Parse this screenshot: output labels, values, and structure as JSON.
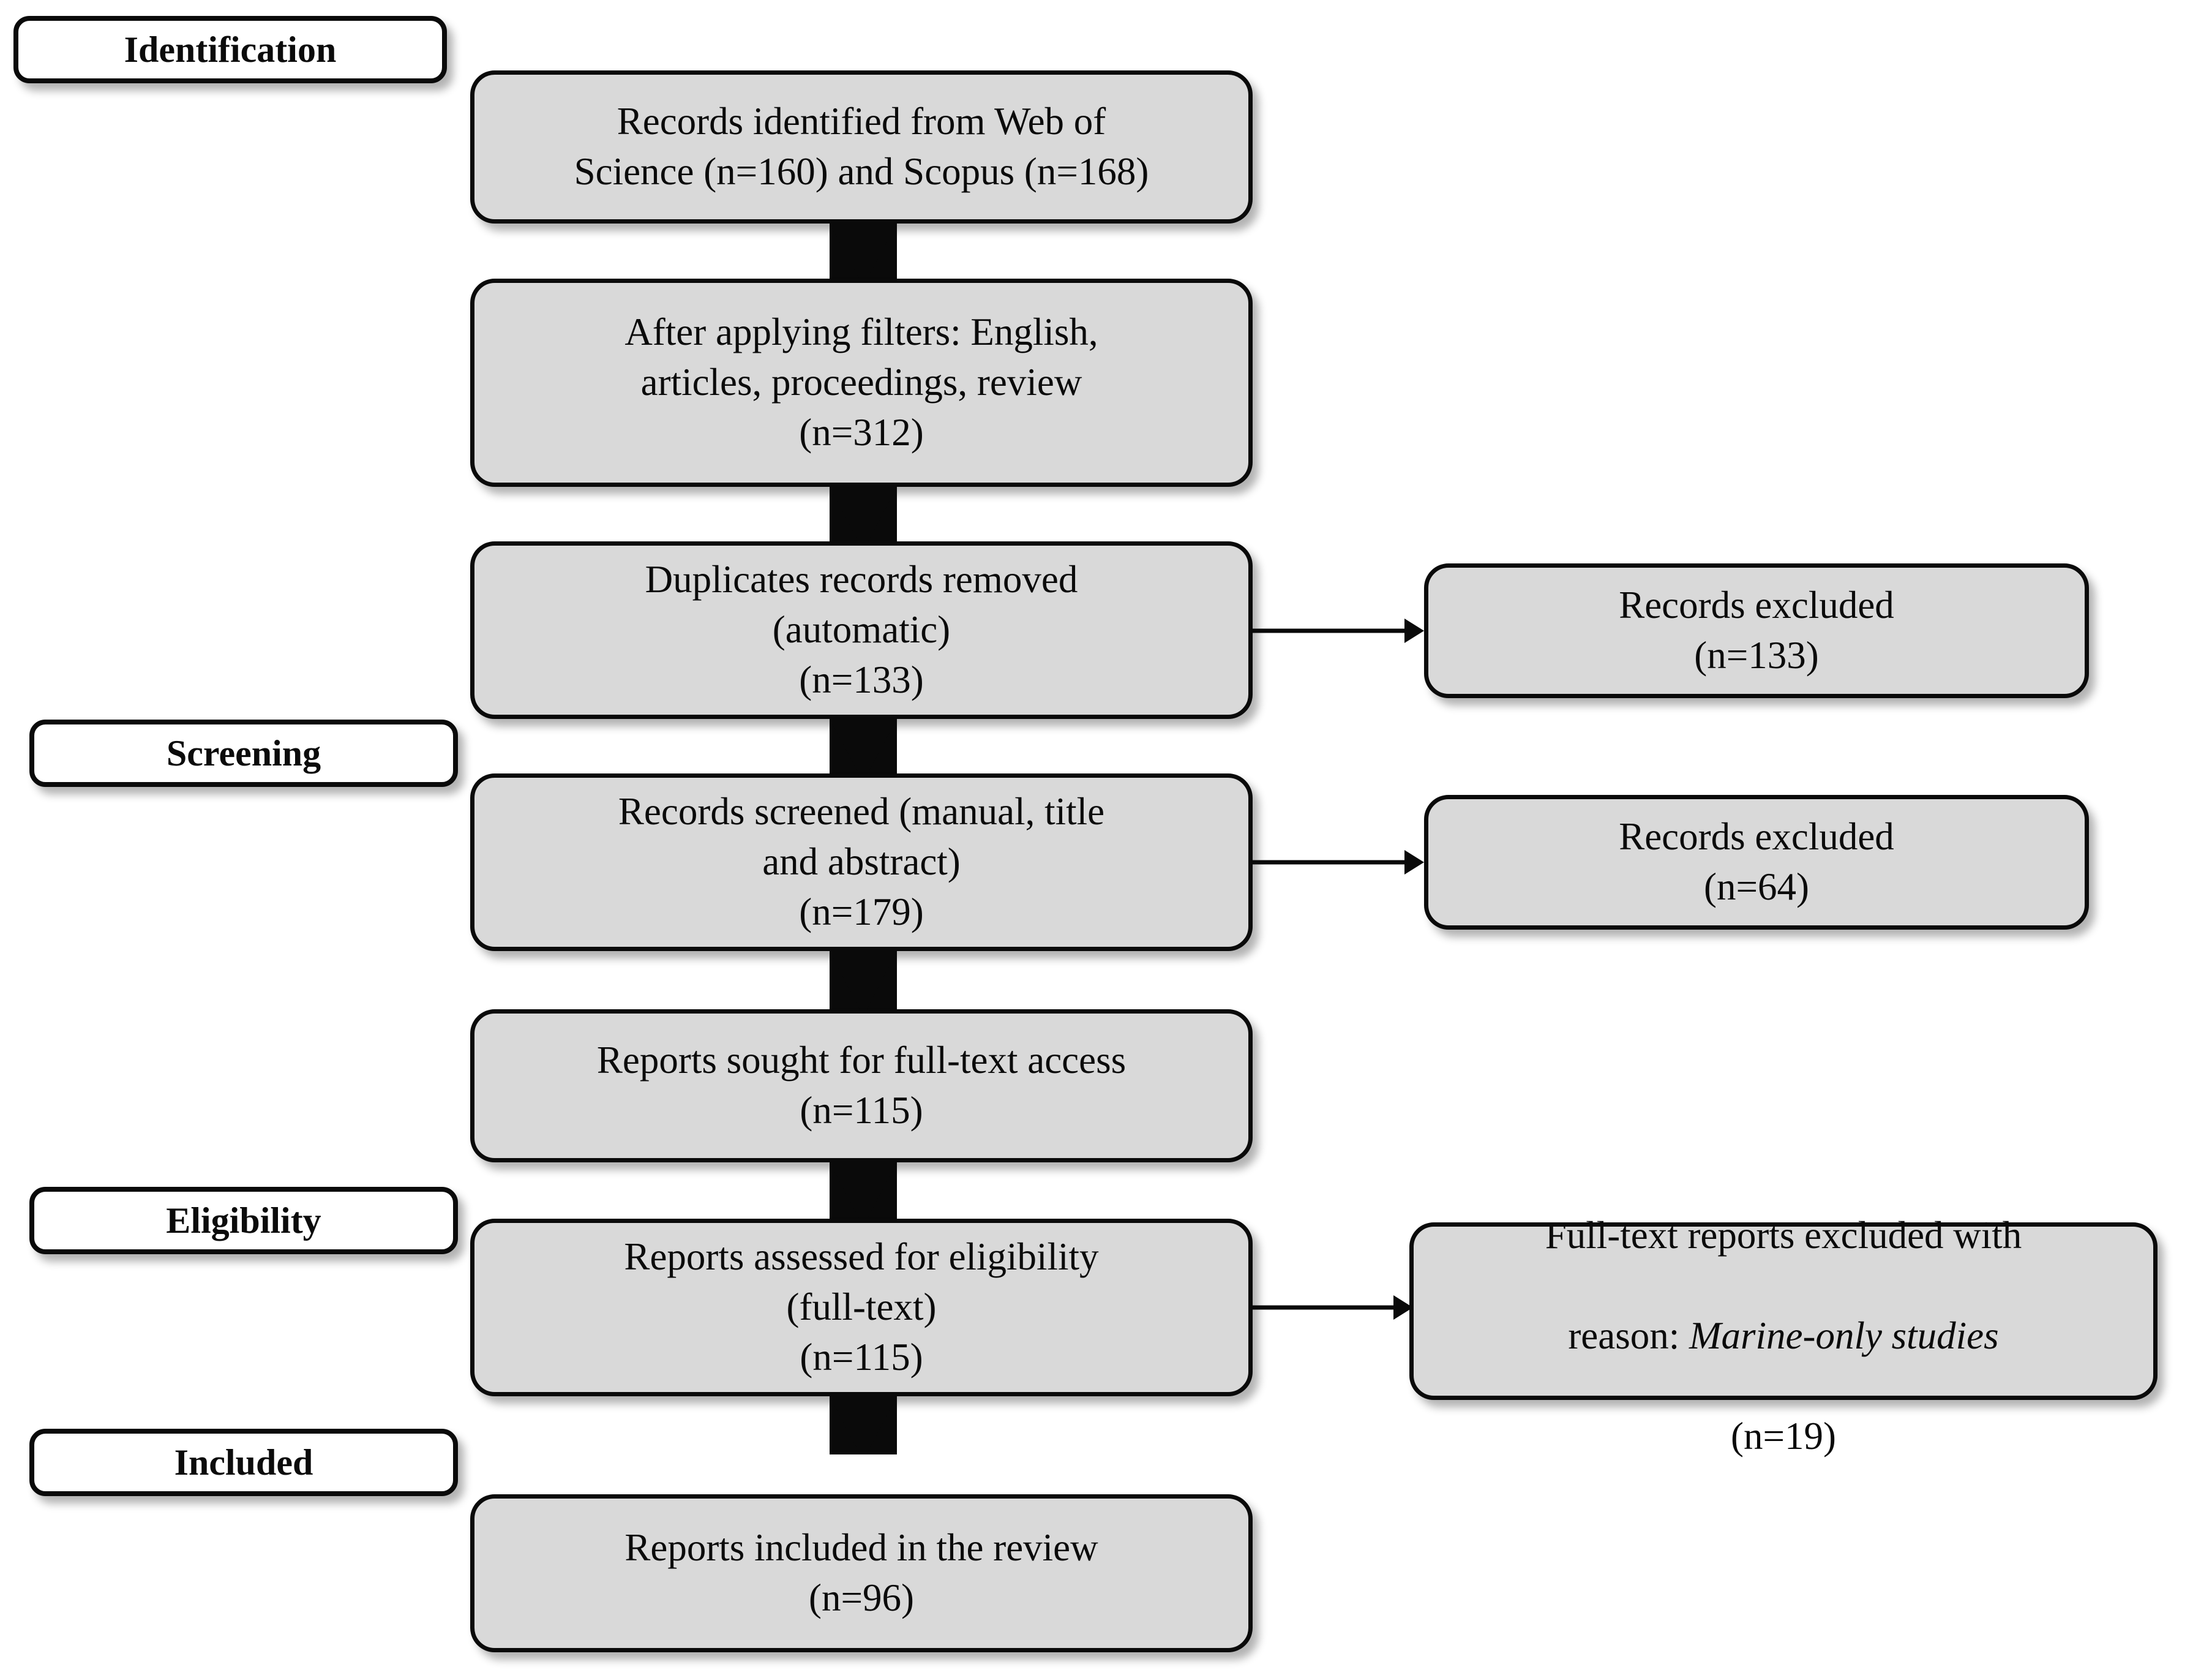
{
  "diagram": {
    "title": "PRISMA flow diagram",
    "box_fill": "#d9d9d9",
    "stage_fill": "#ffffff",
    "border_color": "#0a0a0a"
  },
  "stages": [
    {
      "label": "Identification"
    },
    {
      "label": "Screening"
    },
    {
      "label": "Eligibility"
    },
    {
      "label": "Included"
    }
  ],
  "main_flow": [
    {
      "text": "Records identified from Web of\nScience (n=160) and Scopus (n=168)"
    },
    {
      "text": "After applying filters: English,\narticles, proceedings, review\n(n=312)"
    },
    {
      "text": "Duplicates records removed\n(automatic)\n(n=133)"
    },
    {
      "text": "Records screened (manual, title\nand abstract)\n(n=179)"
    },
    {
      "text": "Reports sought for full-text access\n(n=115)"
    },
    {
      "text": "Reports assessed for eligibility\n(full-text)\n(n=115)"
    },
    {
      "text": "Reports included in the review\n(n=96)"
    }
  ],
  "excluded": [
    {
      "text": "Records excluded\n(n=133)"
    },
    {
      "text": "Records excluded\n(n=64)"
    },
    {
      "line1": "Full-text reports excluded with",
      "line2_pre": "reason: ",
      "line2_italic": "Marine-only studies",
      "line3": "(n=19)"
    }
  ],
  "counts": {
    "web_of_science": 160,
    "scopus": 168,
    "after_filters": 312,
    "duplicates_removed": 133,
    "records_excluded_duplicates": 133,
    "records_screened": 179,
    "records_excluded_screening": 64,
    "reports_sought": 115,
    "reports_assessed": 115,
    "fulltext_excluded": 19,
    "reports_included": 96
  }
}
